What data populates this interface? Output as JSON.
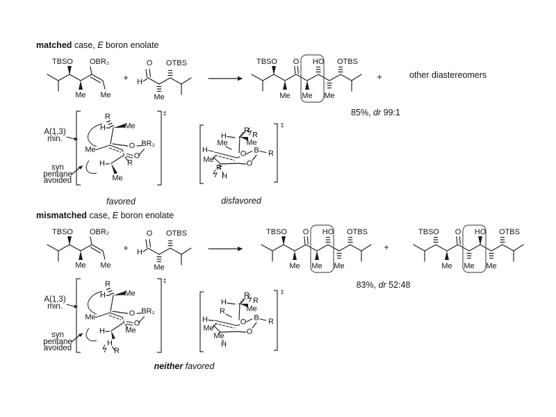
{
  "colors": {
    "ink": "#1c1c1c",
    "highlight_box": "#565656"
  },
  "matched": {
    "heading": {
      "bold": "matched",
      "mid": " case, ",
      "italic": "E",
      "tail": " boron enolate"
    },
    "plus_reactants": "+",
    "plus_products": "+",
    "other_diastereomers": "other diastereomers",
    "yield": {
      "pre": "85%, ",
      "dr": "dr",
      "ratio": " 99:1"
    },
    "enolate": {
      "tbso": "TBSO",
      "obr2": "OBR₂",
      "me1": "Me",
      "me2": "Me"
    },
    "aldehyde": {
      "h": "H",
      "o": "O",
      "otbs": "OTBS",
      "me": "Me"
    },
    "product": {
      "tbso": "TBSO",
      "o": "O",
      "ho": "HO",
      "otbs": "OTBS",
      "me1": "Me",
      "me2": "Me",
      "me3": "Me"
    },
    "ts_favored": {
      "dagger": "‡",
      "r1": "R",
      "h1": "H",
      "me1": "Me",
      "me2": "Me",
      "o1": "O",
      "br2": "BR₂",
      "o2": "O",
      "h2": "H",
      "r2": "R",
      "me3": "Me",
      "a13": "A(1,3)",
      "min": "min.",
      "syn": "syn",
      "pentane": "pentane",
      "avoided": "avoided",
      "caption": "favored"
    },
    "ts_disfavored": {
      "dagger": "‡",
      "r1": "R",
      "r2": "R",
      "h1": "H",
      "me_chain": "Me",
      "me_wedge": "Me",
      "h_left": "H",
      "me_left": "Me",
      "o1": "O",
      "b": "B",
      "r3": "R",
      "o2": "O",
      "r4": "R",
      "h_bottom": "H",
      "caption": "disfavored"
    }
  },
  "mismatched": {
    "heading": {
      "bold": "mismatched",
      "mid": " case, ",
      "italic": "E",
      "tail": " boron enolate"
    },
    "plus_reactants": "+",
    "plus_products": "+",
    "yield": {
      "pre": "83%, ",
      "dr": "dr",
      "ratio": " 52:48"
    },
    "enolate": {
      "tbso": "TBSO",
      "obr2": "OBR₂",
      "me1": "Me",
      "me2": "Me"
    },
    "aldehyde": {
      "h": "H",
      "o": "O",
      "otbs": "OTBS",
      "me": "Me"
    },
    "product_a": {
      "tbso": "TBSO",
      "o": "O",
      "ho": "HO",
      "otbs": "OTBS",
      "me1": "Me",
      "me2": "Me",
      "me3": "Me"
    },
    "product_b": {
      "tbso": "TBSO",
      "o": "O",
      "ho": "HO",
      "otbs": "OTBS",
      "me1": "Me",
      "me2": "Me",
      "me3": "Me"
    },
    "ts_left": {
      "dagger": "‡",
      "r1": "R",
      "h1": "H",
      "me1": "Me",
      "me2": "Me",
      "o1": "O",
      "br2": "BR₂",
      "o2": "O",
      "me3": "Me",
      "h2": "H",
      "h3": "H",
      "r2": "R",
      "a13": "A(1,3)",
      "min": "min.",
      "syn": "syn",
      "pentane": "pentane",
      "avoided": "avoided"
    },
    "ts_right": {
      "dagger": "‡",
      "r1": "R",
      "r2": "R",
      "h1": "H",
      "r_chain": "R",
      "me_wedge": "Me",
      "h_left": "H",
      "me_left": "Me",
      "o1": "O",
      "b": "B",
      "r3": "R",
      "o2": "O",
      "me_bottom": "Me",
      "h_bottom": "H"
    },
    "caption_neither": {
      "bold": "neither",
      "tail": " favored"
    }
  }
}
